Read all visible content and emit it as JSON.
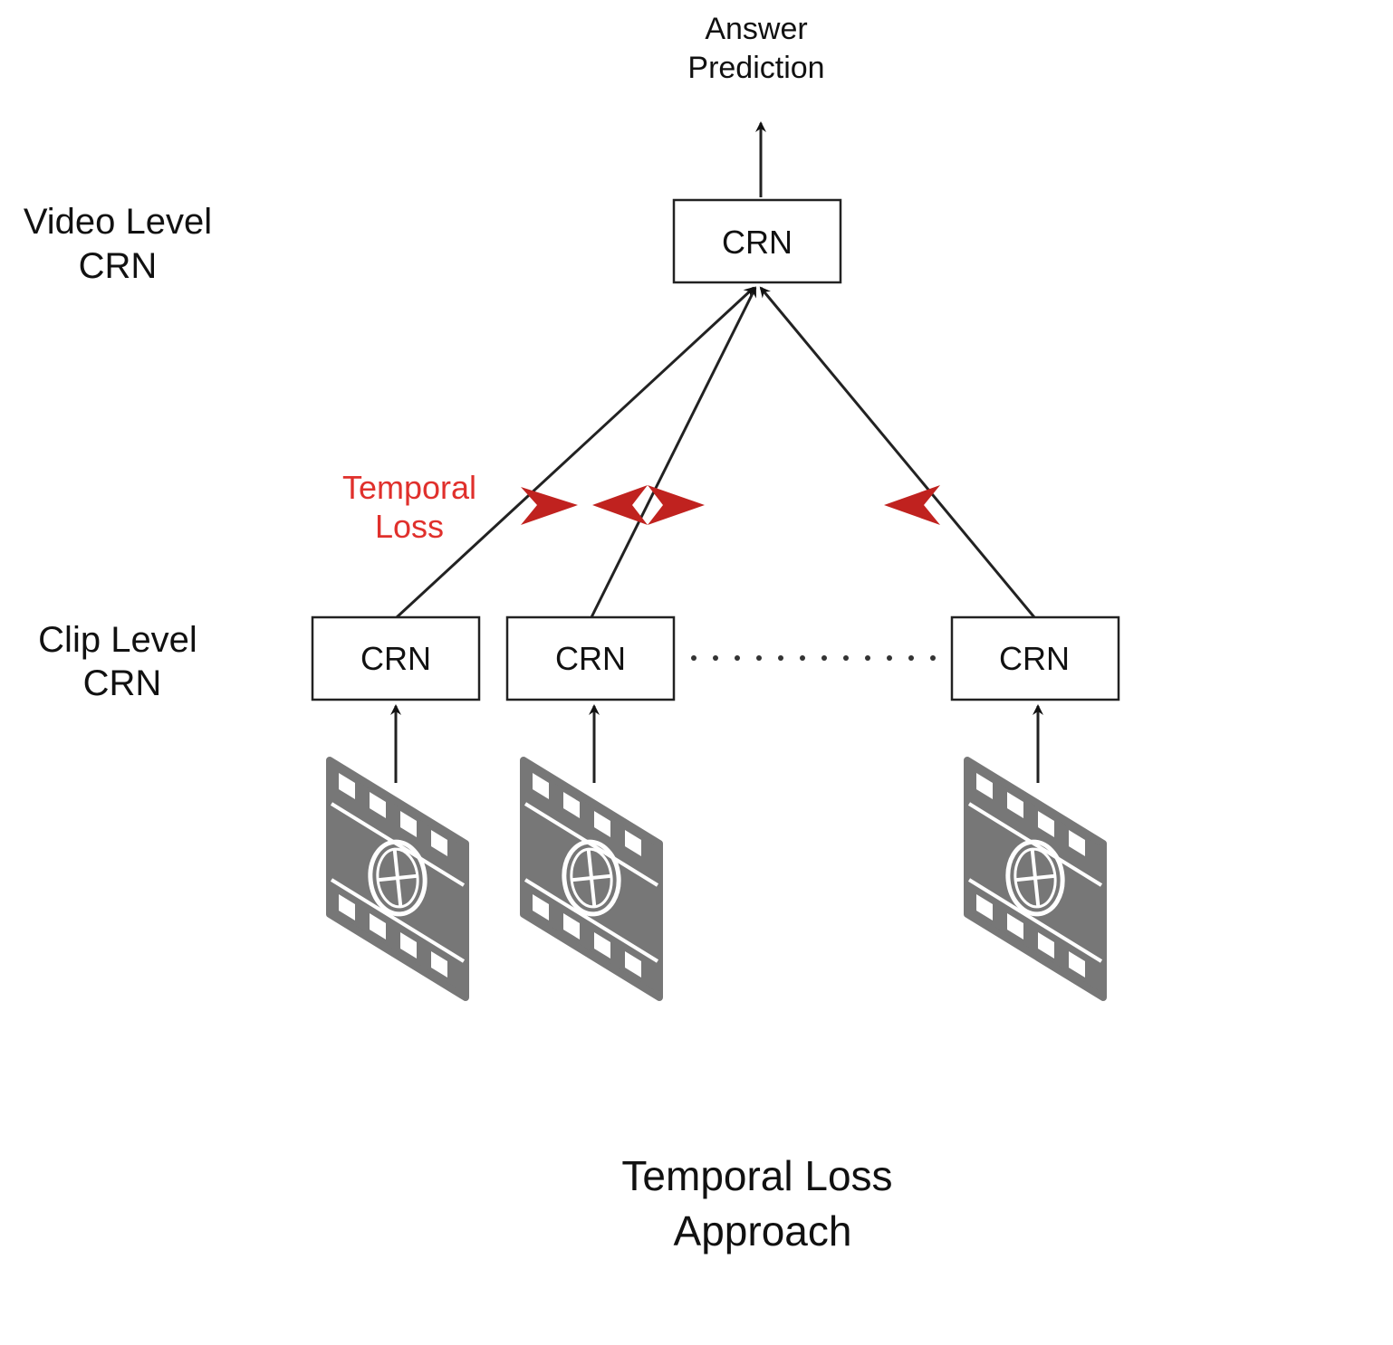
{
  "diagram": {
    "answer_label": [
      "Answer",
      "Prediction"
    ],
    "video_level_label": [
      "Video Level",
      "CRN"
    ],
    "clip_level_label": [
      "Clip Level",
      "CRN"
    ],
    "temporal_loss_label": [
      "Temporal",
      "Loss"
    ],
    "video_crn_label": "CRN",
    "clip_crn_labels": [
      "CRN",
      "CRN",
      "CRN"
    ],
    "caption": [
      "Temporal Loss",
      "Approach"
    ],
    "colors": {
      "line": "#222222",
      "temporal_loss": "#e0302c",
      "arrowhead_red": "#c0221f",
      "film": "#777777",
      "box_border": "#222222"
    },
    "icons": [
      "film-clip-icon",
      "film-clip-icon",
      "film-clip-icon"
    ]
  }
}
